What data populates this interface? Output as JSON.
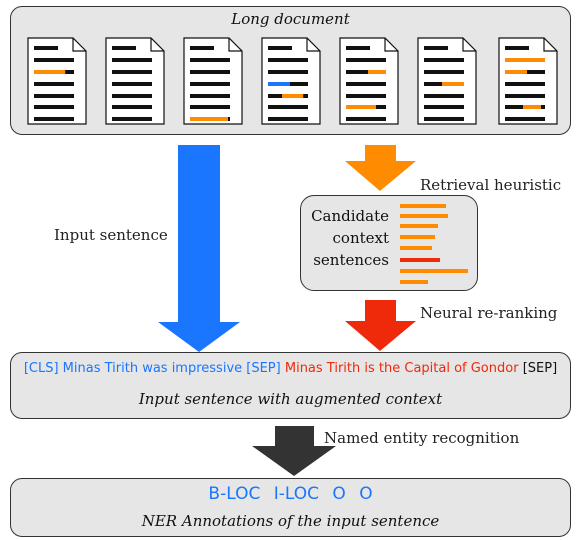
{
  "long_document": {
    "title": "Long document"
  },
  "retrieval": {
    "label": "Retrieval heuristic"
  },
  "input_arrow": {
    "label": "Input sentence"
  },
  "candidates": {
    "line1": "Candidate",
    "line2": "context",
    "line3": "sentences"
  },
  "reranking": {
    "label": "Neural re-ranking"
  },
  "augmented": {
    "part_input": "[CLS] Minas Tirith was impressive [SEP]",
    "part_context": "Minas Tirith is the Capital of Gondor",
    "part_sep": "[SEP]",
    "caption": "Input sentence with augmented context"
  },
  "ner_step": {
    "label": "Named entity recognition"
  },
  "ner_output": {
    "tags": [
      "B-LOC",
      "I-LOC",
      "O",
      "O"
    ],
    "caption": "NER Annotations of the input sentence"
  },
  "colors": {
    "blue": "#1a75ff",
    "orange": "#ff8c00",
    "red": "#ee2a0b",
    "dark": "#333333",
    "box": "#e6e6e6"
  }
}
